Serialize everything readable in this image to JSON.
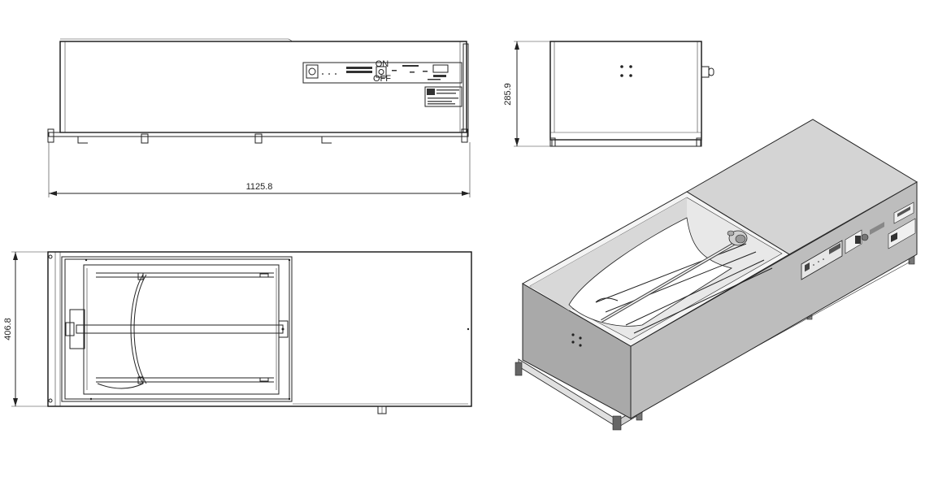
{
  "dimensions": {
    "length": "1125.8",
    "height": "285.9",
    "width": "406.8"
  },
  "panel_labels": {
    "on": "ON",
    "off": "OFF"
  },
  "colors": {
    "line": "#222222",
    "body_light": "#f2f2f2",
    "body_top": "#d4d4d4",
    "body_side": "#bdbdbd",
    "body_front": "#a9a9a9",
    "interior": "#e8e8e8"
  }
}
